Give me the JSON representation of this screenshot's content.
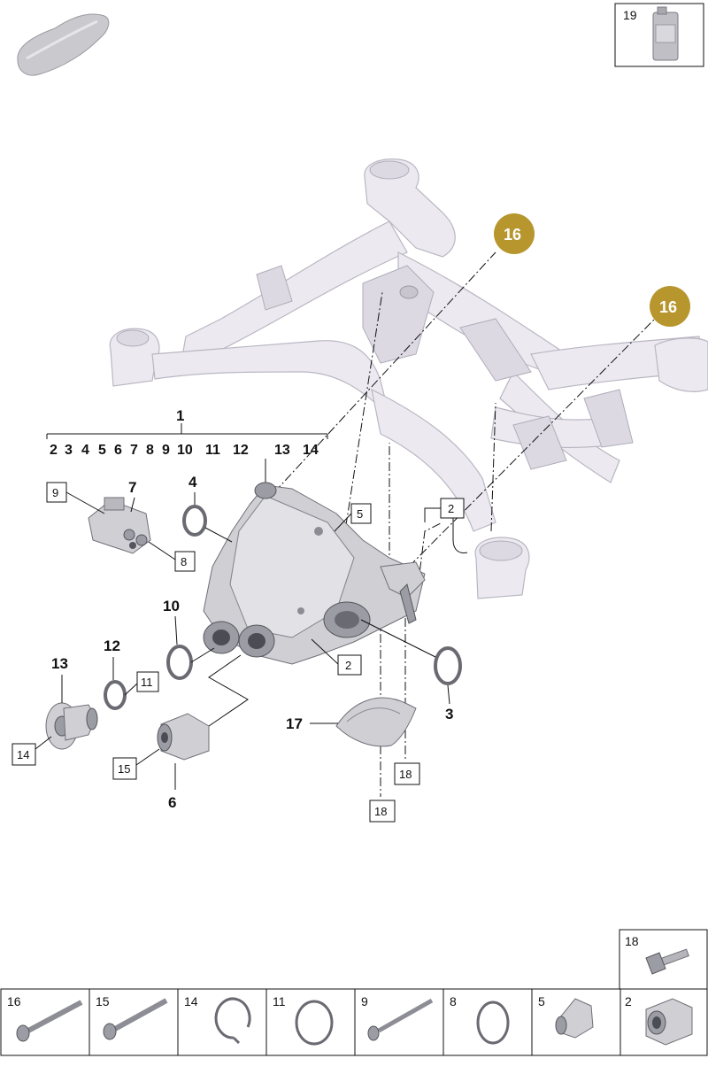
{
  "labels": {
    "group_parent": "1",
    "group_children": [
      "2",
      "3",
      "4",
      "5",
      "6",
      "7",
      "8",
      "9",
      "10",
      "11",
      "12",
      "13",
      "14"
    ],
    "callout_16a": "16",
    "callout_16b": "16",
    "item_19": "19",
    "item_7": "7",
    "item_9": "9",
    "item_8": "8",
    "item_4": "4",
    "item_5": "5",
    "item_2_top": "2",
    "item_2_bottom": "2",
    "item_10": "10",
    "item_12": "12",
    "item_11": "11",
    "item_13": "13",
    "item_14": "14",
    "item_15": "15",
    "item_6": "6",
    "item_3": "3",
    "item_17": "17",
    "item_18_a": "18",
    "item_18_b": "18"
  },
  "parts_table": {
    "top_row": [
      {
        "num": "18"
      }
    ],
    "bottom_row": [
      {
        "num": "16"
      },
      {
        "num": "15"
      },
      {
        "num": "14"
      },
      {
        "num": "11"
      },
      {
        "num": "9"
      },
      {
        "num": "8"
      },
      {
        "num": "5"
      },
      {
        "num": "2"
      }
    ]
  },
  "colors": {
    "callout_gold": "#b8962e",
    "frame_fill": "#eceaf0",
    "part_metal": "#cfcfd4"
  },
  "icons": {
    "car": "car-silhouette-icon",
    "oil": "oil-bottle-icon",
    "bolt": "bolt-icon",
    "circlip": "circlip-icon",
    "o_ring": "o-ring-icon",
    "bushing": "bushing-icon",
    "nut": "nut-icon"
  }
}
